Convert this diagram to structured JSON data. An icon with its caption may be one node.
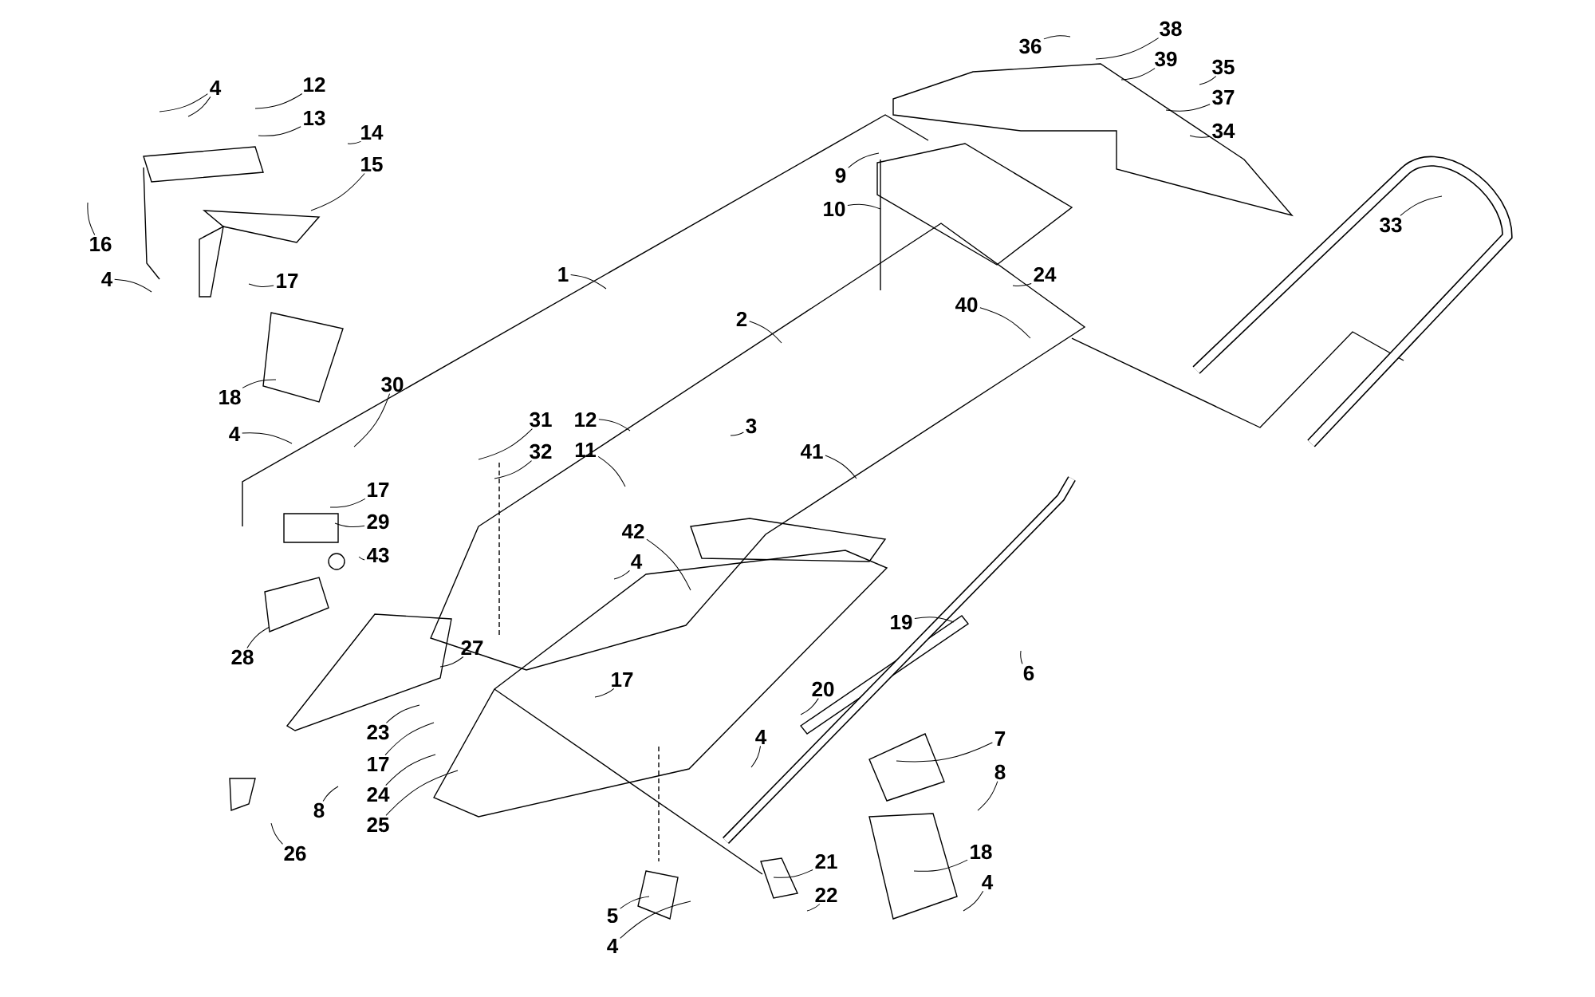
{
  "diagram": {
    "nodes": [
      {
        "text": [
          "36"
        ]
      },
      {
        "text": [
          "38"
        ]
      },
      {
        "text": [
          "39"
        ]
      },
      {
        "text": [
          "35"
        ]
      },
      {
        "text": [
          "4"
        ]
      },
      {
        "text": [
          "12"
        ]
      },
      {
        "text": [
          "37"
        ]
      },
      {
        "text": [
          "13"
        ]
      },
      {
        "text": [
          "34"
        ]
      },
      {
        "text": [
          "14"
        ]
      },
      {
        "text": [
          "15"
        ]
      },
      {
        "text": [
          "9"
        ]
      },
      {
        "text": [
          "10"
        ]
      },
      {
        "text": [
          "33"
        ]
      },
      {
        "text": [
          "16"
        ]
      },
      {
        "text": [
          "24"
        ]
      },
      {
        "text": [
          "1"
        ]
      },
      {
        "text": [
          "4"
        ]
      },
      {
        "text": [
          "17"
        ]
      },
      {
        "text": [
          "40"
        ]
      },
      {
        "text": [
          "2"
        ]
      },
      {
        "text": [
          "30"
        ]
      },
      {
        "text": [
          "18"
        ]
      },
      {
        "text": [
          "31"
        ]
      },
      {
        "text": [
          "12"
        ]
      },
      {
        "text": [
          "3"
        ]
      },
      {
        "text": [
          "4"
        ]
      },
      {
        "text": [
          "11"
        ]
      },
      {
        "text": [
          "32"
        ]
      },
      {
        "text": [
          "41"
        ]
      },
      {
        "text": [
          "17"
        ]
      },
      {
        "text": [
          "29"
        ]
      },
      {
        "text": [
          "42"
        ]
      },
      {
        "text": [
          "43"
        ]
      },
      {
        "text": [
          "4"
        ]
      },
      {
        "text": [
          "19"
        ]
      },
      {
        "text": [
          "27"
        ]
      },
      {
        "text": [
          "28"
        ]
      },
      {
        "text": [
          "6"
        ]
      },
      {
        "text": [
          "17"
        ]
      },
      {
        "text": [
          "20"
        ]
      },
      {
        "text": [
          "23"
        ]
      },
      {
        "text": [
          "4"
        ]
      },
      {
        "text": [
          "7"
        ]
      },
      {
        "text": [
          "17"
        ]
      },
      {
        "text": [
          "8"
        ]
      },
      {
        "text": [
          "24"
        ]
      },
      {
        "text": [
          "8"
        ]
      },
      {
        "text": [
          "25"
        ]
      },
      {
        "text": [
          "26"
        ]
      },
      {
        "text": [
          "18"
        ]
      },
      {
        "text": [
          "21"
        ]
      },
      {
        "text": [
          "4"
        ]
      },
      {
        "text": [
          "22"
        ]
      },
      {
        "text": [
          "5"
        ]
      },
      {
        "text": [
          "4"
        ]
      }
    ],
    "edges": [
      {
        "from": 0,
        "to": null,
        "arrow": "none"
      },
      {
        "from": 1,
        "to": null,
        "arrow": "none"
      },
      {
        "from": 2,
        "to": null,
        "arrow": "none"
      },
      {
        "from": 3,
        "to": null,
        "arrow": "none"
      },
      {
        "from": 4,
        "to": null,
        "arrow": "none"
      },
      {
        "from": 5,
        "to": null,
        "arrow": "none"
      },
      {
        "from": 6,
        "to": null,
        "arrow": "none"
      },
      {
        "from": 7,
        "to": null,
        "arrow": "none"
      },
      {
        "from": 8,
        "to": null,
        "arrow": "none"
      },
      {
        "from": 9,
        "to": null,
        "arrow": "none"
      },
      {
        "from": 10,
        "to": null,
        "arrow": "none"
      },
      {
        "from": 11,
        "to": null,
        "arrow": "none"
      },
      {
        "from": 12,
        "to": null,
        "arrow": "none"
      },
      {
        "from": 13,
        "to": null,
        "arrow": "none"
      },
      {
        "from": 14,
        "to": null,
        "arrow": "none"
      },
      {
        "from": 15,
        "to": null,
        "arrow": "none"
      },
      {
        "from": 16,
        "to": null,
        "arrow": "none"
      },
      {
        "from": 17,
        "to": null,
        "arrow": "none"
      },
      {
        "from": 18,
        "to": null,
        "arrow": "none"
      },
      {
        "from": 19,
        "to": null,
        "arrow": "none"
      },
      {
        "from": 20,
        "to": null,
        "arrow": "none"
      },
      {
        "from": 21,
        "to": null,
        "arrow": "none"
      },
      {
        "from": 22,
        "to": null,
        "arrow": "none"
      },
      {
        "from": 23,
        "to": null,
        "arrow": "none"
      },
      {
        "from": 24,
        "to": null,
        "arrow": "none"
      },
      {
        "from": 25,
        "to": null,
        "arrow": "none"
      },
      {
        "from": 26,
        "to": null,
        "arrow": "none"
      },
      {
        "from": 27,
        "to": null,
        "arrow": "none"
      },
      {
        "from": 28,
        "to": null,
        "arrow": "none"
      },
      {
        "from": 29,
        "to": null,
        "arrow": "none"
      },
      {
        "from": 30,
        "to": null,
        "arrow": "none"
      },
      {
        "from": 31,
        "to": null,
        "arrow": "none"
      },
      {
        "from": 32,
        "to": null,
        "arrow": "none"
      },
      {
        "from": 33,
        "to": null,
        "arrow": "none"
      },
      {
        "from": 34,
        "to": null,
        "arrow": "none"
      },
      {
        "from": 35,
        "to": null,
        "arrow": "none"
      },
      {
        "from": 36,
        "to": null,
        "arrow": "none"
      },
      {
        "from": 37,
        "to": null,
        "arrow": "none"
      },
      {
        "from": 38,
        "to": null,
        "arrow": "none"
      },
      {
        "from": 39,
        "to": null,
        "arrow": "none"
      },
      {
        "from": 40,
        "to": null,
        "arrow": "none"
      },
      {
        "from": 41,
        "to": null,
        "arrow": "none"
      },
      {
        "from": 42,
        "to": null,
        "arrow": "none"
      },
      {
        "from": 43,
        "to": null,
        "arrow": "none"
      },
      {
        "from": 44,
        "to": null,
        "arrow": "none"
      },
      {
        "from": 45,
        "to": null,
        "arrow": "none"
      },
      {
        "from": 46,
        "to": null,
        "arrow": "none"
      },
      {
        "from": 47,
        "to": null,
        "arrow": "none"
      },
      {
        "from": 48,
        "to": null,
        "arrow": "none"
      },
      {
        "from": 49,
        "to": null,
        "arrow": "none"
      },
      {
        "from": 50,
        "to": null,
        "arrow": "none"
      },
      {
        "from": 51,
        "to": null,
        "arrow": "none"
      },
      {
        "from": 52,
        "to": null,
        "arrow": "none"
      },
      {
        "from": 53,
        "to": null,
        "arrow": "none"
      },
      {
        "from": 54,
        "to": null,
        "arrow": "none"
      },
      {
        "from": 55,
        "to": null,
        "arrow": "none"
      },
      {
        "from": 4,
        "to": null,
        "arrow": "none"
      }
    ]
  }
}
